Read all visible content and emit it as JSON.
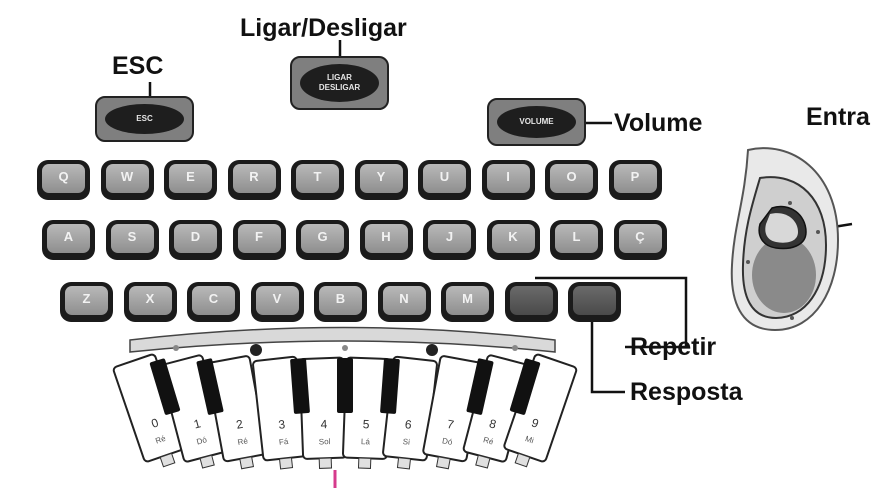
{
  "callouts": {
    "esc": "ESC",
    "power": "Ligar/Desligar",
    "volume": "Volume",
    "enter": "Entra",
    "repeat": "Repetir",
    "answer": "Resposta"
  },
  "buttons": {
    "esc": "ESC",
    "power_line1": "LIGAR",
    "power_line2": "DESLIGAR",
    "volume": "VOLUME"
  },
  "keyboard": {
    "row1": [
      "Q",
      "W",
      "E",
      "R",
      "T",
      "Y",
      "U",
      "I",
      "O",
      "P"
    ],
    "row2": [
      "A",
      "S",
      "D",
      "F",
      "G",
      "H",
      "J",
      "K",
      "L",
      "Ç"
    ],
    "row3": [
      "Z",
      "X",
      "C",
      "V",
      "B",
      "N",
      "M",
      "",
      ""
    ]
  },
  "piano": {
    "white_keys": [
      {
        "num": "0",
        "note": "Ré"
      },
      {
        "num": "1",
        "note": "Dó"
      },
      {
        "num": "2",
        "note": "Ré"
      },
      {
        "num": "3",
        "note": "Fá"
      },
      {
        "num": "4",
        "note": "Sol"
      },
      {
        "num": "5",
        "note": "Lá"
      },
      {
        "num": "6",
        "note": "Si"
      },
      {
        "num": "7",
        "note": "Dó"
      },
      {
        "num": "8",
        "note": "Ré"
      },
      {
        "num": "9",
        "note": "Mi"
      }
    ]
  },
  "colors": {
    "key_body": "#1b1b1b",
    "key_cap": "#a6a6a6",
    "accent_pink": "#d63b8c"
  }
}
